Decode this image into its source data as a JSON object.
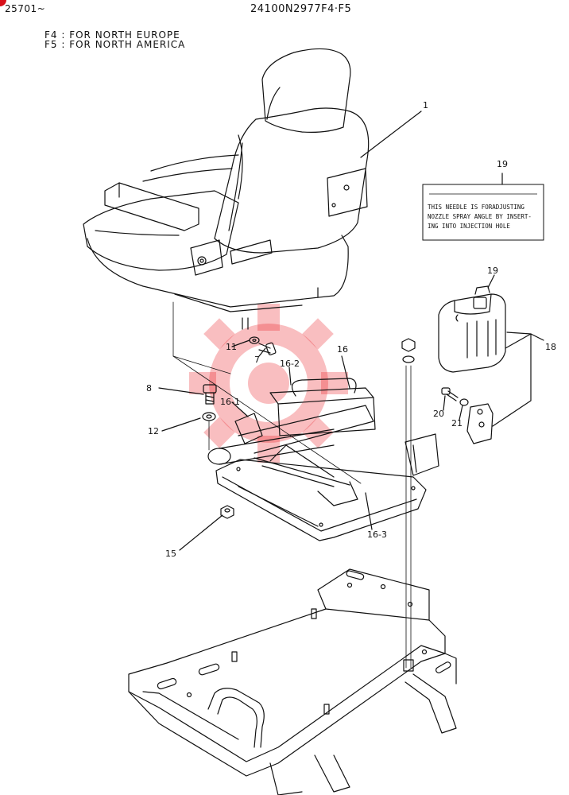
{
  "header": {
    "left_code": "25701~",
    "code": "24100N2977F4·F5"
  },
  "notes": [
    "F4 : FOR  NORTH  EUROPE",
    "F5 : FOR  NORTH  AMERICA"
  ],
  "tag": {
    "line1": "THIS NEEDLE IS FORADJUSTING",
    "line2": "NOZZLE SPRAY ANGLE BY INSERT-",
    "line3": "ING  INTO  INJECTION  HOLE"
  },
  "labels": {
    "p1": "1",
    "p19a": "19",
    "p19b": "19",
    "p18": "18",
    "p16": "16",
    "p16_2": "16-2",
    "p16_1": "16-1",
    "p16_3": "16-3",
    "p11": "11",
    "p7": "7",
    "p8": "8",
    "p12": "12",
    "p20": "20",
    "p21": "21",
    "p15": "15"
  },
  "colors": {
    "watermark": "#e8161e",
    "badge": "#d8101a",
    "ink": "#111111"
  }
}
